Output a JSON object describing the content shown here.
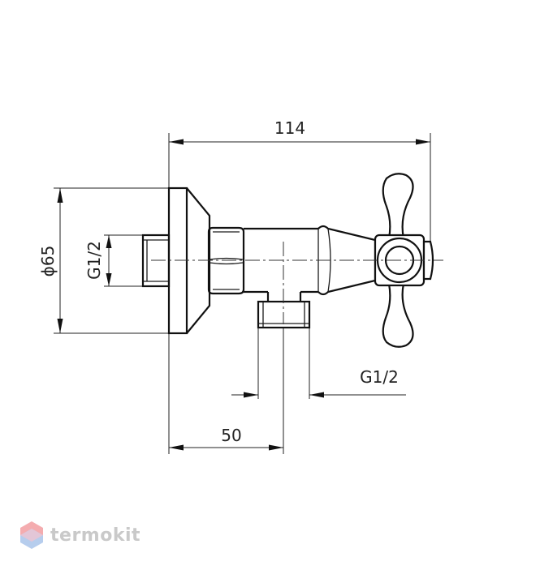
{
  "dimensions": {
    "overall_width": "114",
    "flange_diameter": "ϕ65",
    "inlet_thread": "G1/2",
    "outlet_thread": "G1/2",
    "outlet_offset": "50"
  },
  "watermark": {
    "brand": "termokit",
    "logo": "hexagon-logo-icon",
    "colors": {
      "logo_top": "#f3a3a6",
      "logo_bottom": "#a9c4ea",
      "text": "#c9c9c9"
    }
  }
}
